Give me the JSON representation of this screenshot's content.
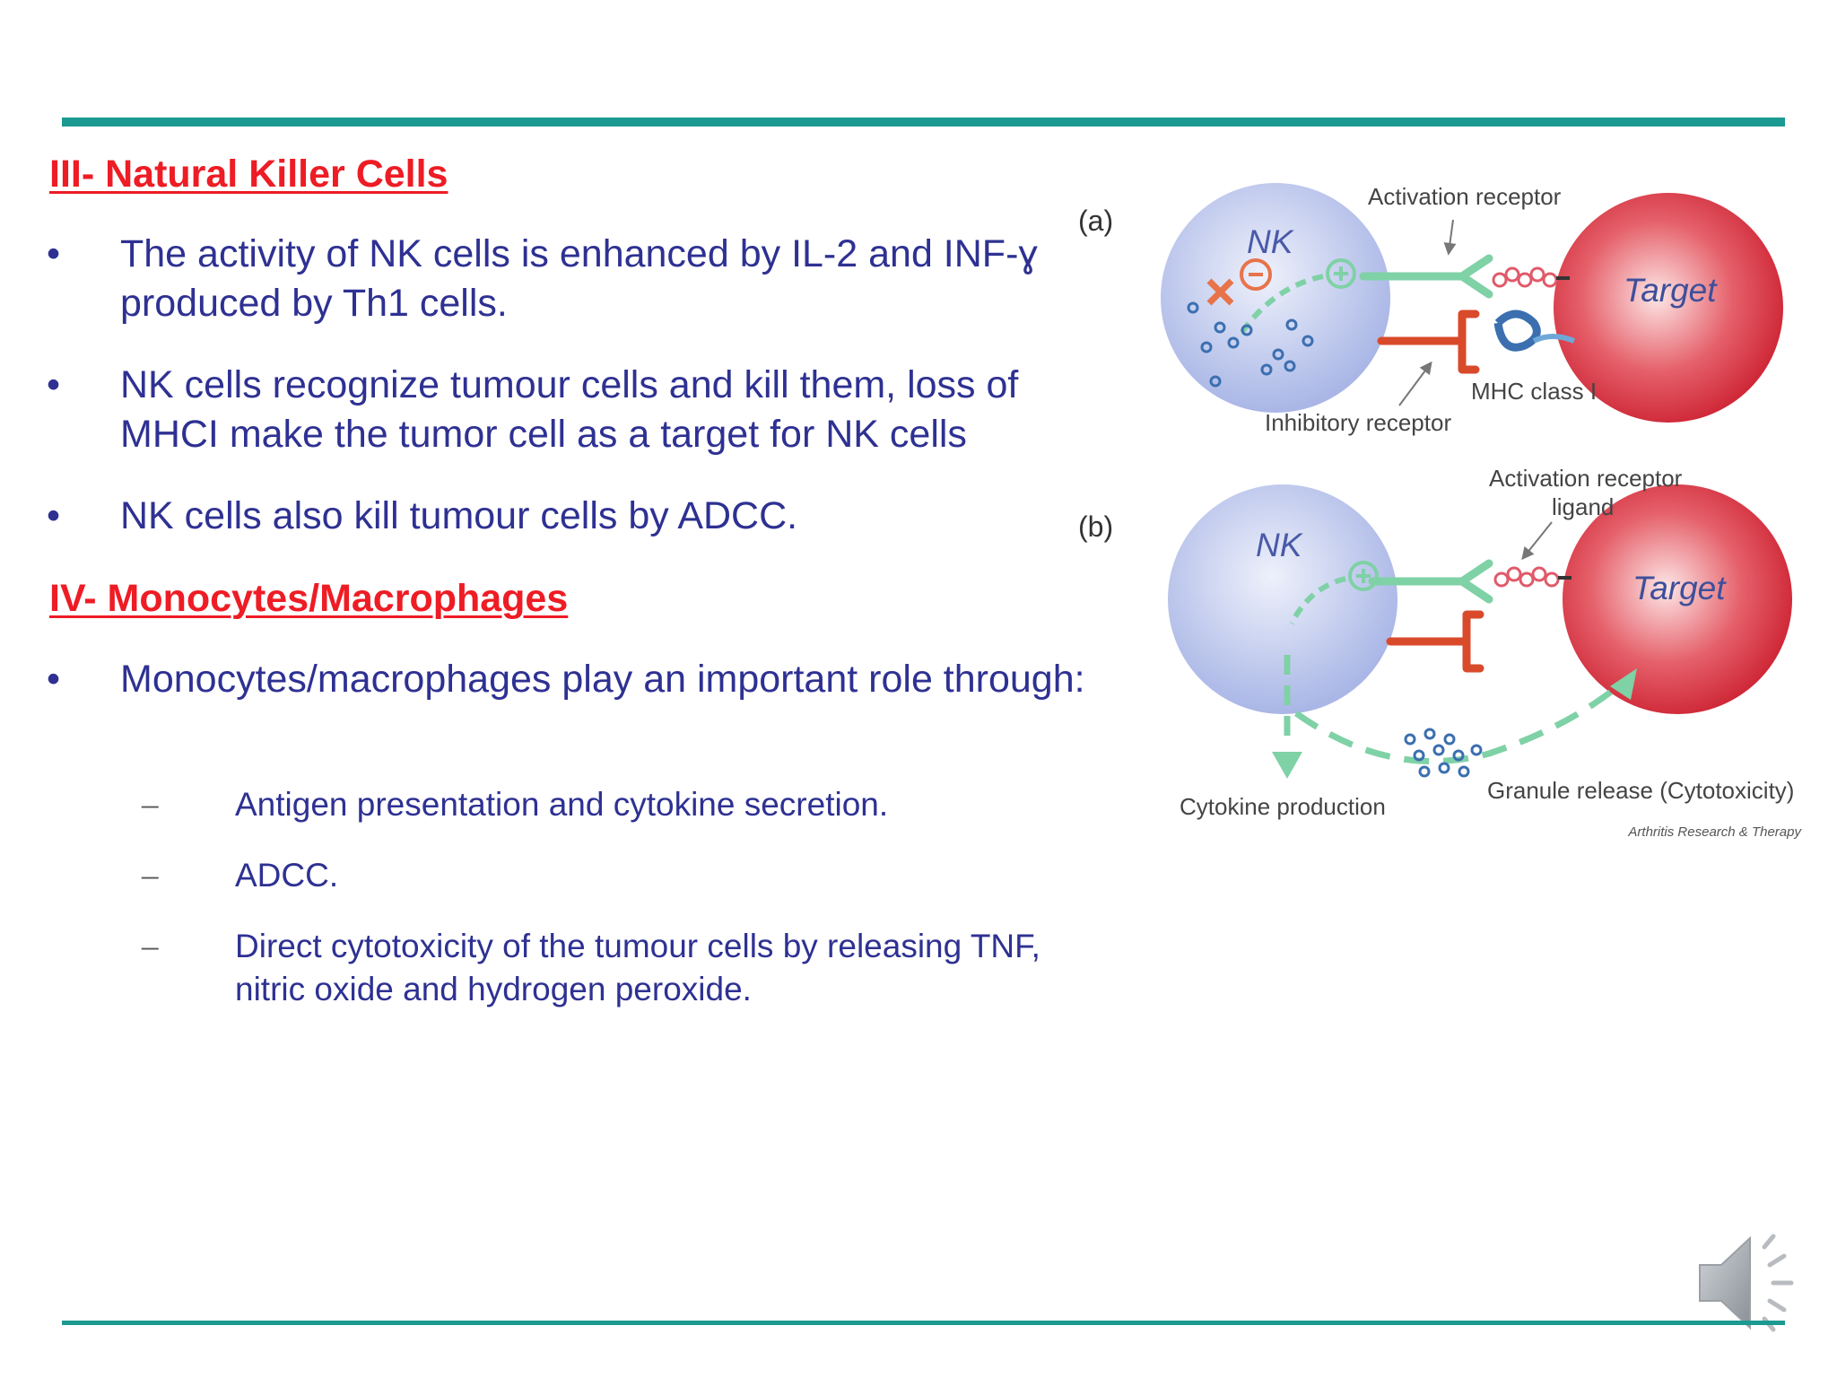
{
  "sections": [
    {
      "heading": "III- Natural Killer Cells",
      "bullets": [
        "The activity of NK cells is enhanced by IL-2 and INF-ɣ produced by Th1 cells.",
        "NK cells recognize tumour cells and kill them, loss of MHCI make the tumor cell as a target for NK cells",
        "NK cells also kill tumour cells by ADCC."
      ]
    },
    {
      "heading": "IV- Monocytes/Macrophages",
      "bullets": [
        "Monocytes/macrophages play an important role through:"
      ],
      "subitems": [
        "Antigen presentation and cytokine secretion.",
        "ADCC.",
        "Direct cytotoxicity of the tumour cells by releasing TNF, nitric oxide and hydrogen peroxide."
      ]
    }
  ],
  "bullet_glyph": "•",
  "dash_glyph": "–",
  "figure": {
    "panel_a": {
      "label": "(a)",
      "nk_label": "NK",
      "target_label": "Target",
      "activation_receptor": "Activation receptor",
      "inhibitory_receptor": "Inhibitory receptor",
      "mhc": "MHC class I"
    },
    "panel_b": {
      "label": "(b)",
      "nk_label": "NK",
      "target_label": "Target",
      "activation_ligand_line1": "Activation receptor",
      "activation_ligand_line2": "ligand",
      "cytokine": "Cytokine production",
      "granule": "Granule release (Cytotoxicity)"
    },
    "credit": "Arthritis Research & Therapy"
  },
  "colors": {
    "rule": "#1a9a91",
    "heading": "#ee1c24",
    "body_text": "#2e3192",
    "nk_cell": "#a9b6e6",
    "target_cell": "#d92a36",
    "activation": "#7fd1a6",
    "inhibitory": "#d94a2b"
  },
  "icons": [
    "speaker-icon"
  ]
}
